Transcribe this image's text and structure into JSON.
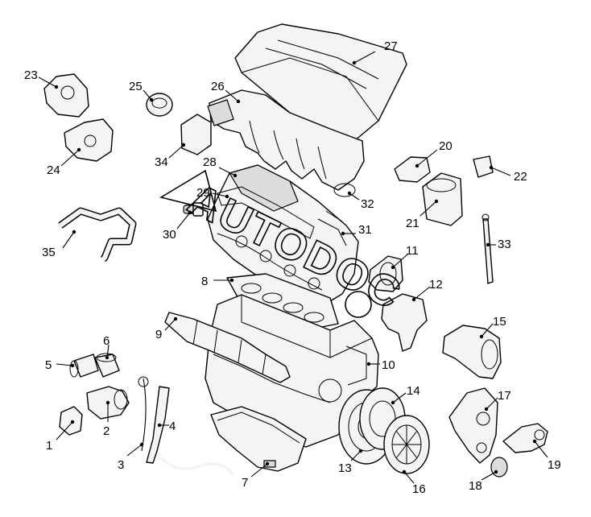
{
  "callouts": [
    {
      "id": "1",
      "label": "1"
    },
    {
      "id": "2",
      "label": "2"
    },
    {
      "id": "3",
      "label": "3"
    },
    {
      "id": "4",
      "label": "4"
    },
    {
      "id": "5",
      "label": "5"
    },
    {
      "id": "6",
      "label": "6"
    },
    {
      "id": "7",
      "label": "7"
    },
    {
      "id": "8",
      "label": "8"
    },
    {
      "id": "9",
      "label": "9"
    },
    {
      "id": "10",
      "label": "10"
    },
    {
      "id": "11",
      "label": "11"
    },
    {
      "id": "12",
      "label": "12"
    },
    {
      "id": "13",
      "label": "13"
    },
    {
      "id": "14",
      "label": "14"
    },
    {
      "id": "15",
      "label": "15"
    },
    {
      "id": "16",
      "label": "16"
    },
    {
      "id": "17",
      "label": "17"
    },
    {
      "id": "18",
      "label": "18"
    },
    {
      "id": "19",
      "label": "19"
    },
    {
      "id": "20",
      "label": "20"
    },
    {
      "id": "21",
      "label": "21"
    },
    {
      "id": "22",
      "label": "22"
    },
    {
      "id": "23",
      "label": "23"
    },
    {
      "id": "24",
      "label": "24"
    },
    {
      "id": "25",
      "label": "25"
    },
    {
      "id": "26",
      "label": "26"
    },
    {
      "id": "27",
      "label": "27"
    },
    {
      "id": "28",
      "label": "28"
    },
    {
      "id": "29",
      "label": "29"
    },
    {
      "id": "30",
      "label": "30"
    },
    {
      "id": "31",
      "label": "31"
    },
    {
      "id": "32",
      "label": "32"
    },
    {
      "id": "33",
      "label": "33"
    },
    {
      "id": "34",
      "label": "34"
    },
    {
      "id": "35",
      "label": "35"
    }
  ],
  "watermark": {
    "text": "AUTODOC"
  }
}
